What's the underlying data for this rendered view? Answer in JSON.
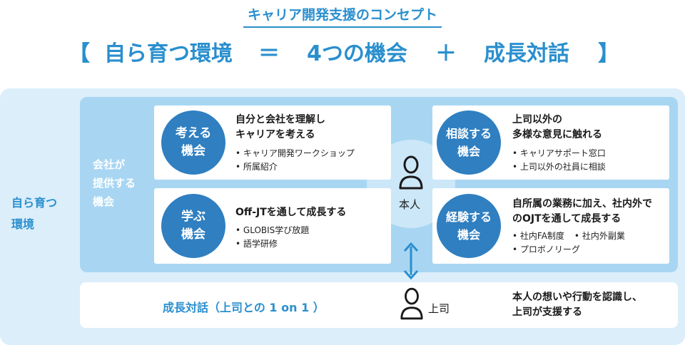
{
  "title": "キャリア開発支援のコンセプト",
  "formula": {
    "open_bracket": "【",
    "term1": "自ら育つ環境",
    "equals": "＝",
    "term2": "4つの機会",
    "plus": "＋",
    "term3": "成長対話",
    "close_bracket": "】"
  },
  "side_label": "自ら育つ\n環境",
  "inner_label": "会社が\n提供する\n機会",
  "cards": [
    {
      "circle": "考える\n機会",
      "heading": "自分と会社を理解し\nキャリアを考える",
      "bullets": [
        "キャリア開発ワークショップ",
        "所属紹介"
      ]
    },
    {
      "circle": "学ぶ\n機会",
      "heading": "Off-JTを通して成長する",
      "bullets": [
        "GLOBIS学び放題",
        "語学研修"
      ]
    },
    {
      "circle": "相談する\n機会",
      "heading": "上司以外の\n多様な意見に触れる",
      "bullets": [
        "キャリアサポート窓口",
        "上司以外の社員に相談"
      ]
    },
    {
      "circle": "経験する\n機会",
      "heading": "自所属の業務に加え、社内外で\nのOJTを通して成長する",
      "bullets": [
        "社内FA制度",
        "社内外副業",
        "プロボノリーグ"
      ]
    }
  ],
  "person_self": "本人",
  "person_boss": "上司",
  "bottom": {
    "title": "成長対話（上司との 1 on 1 ）",
    "note": "本人の想いや行動を認識し、\n上司が支援する"
  },
  "colors": {
    "accent": "#2a8fce",
    "circle": "#2f7fc1",
    "outer_bg": "#dbeefa",
    "inner_bg": "#a8d6f2"
  }
}
